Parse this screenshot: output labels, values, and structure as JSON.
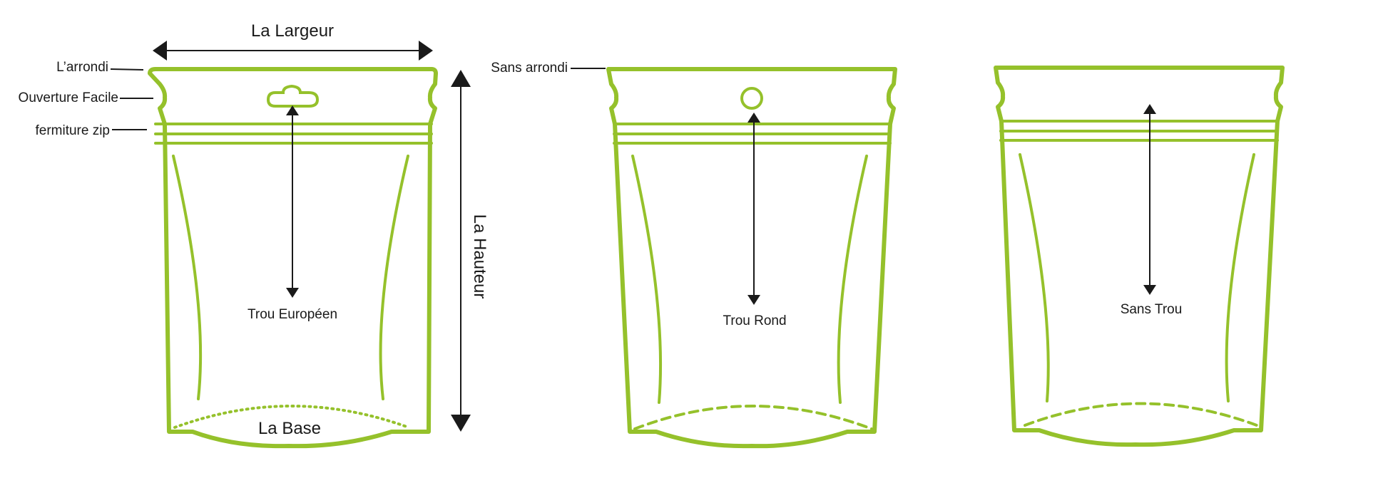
{
  "colors": {
    "pouch_outline": "#95c12b",
    "annotation": "#1a1a1a"
  },
  "dimensions": {
    "width_label": "La Largeur",
    "height_label": "La Hauteur",
    "base_label": "La Base"
  },
  "callouts": {
    "rounded": "L’arrondi",
    "easy_open": "Ouverture Facile",
    "zip": "fermiture zip",
    "no_round": "Sans arrondi"
  },
  "pouches": [
    {
      "hole_type": "euro-slot",
      "hole_label": "Trou Européen"
    },
    {
      "hole_type": "round",
      "hole_label": "Trou Rond"
    },
    {
      "hole_type": "none",
      "hole_label": "Sans Trou"
    }
  ]
}
